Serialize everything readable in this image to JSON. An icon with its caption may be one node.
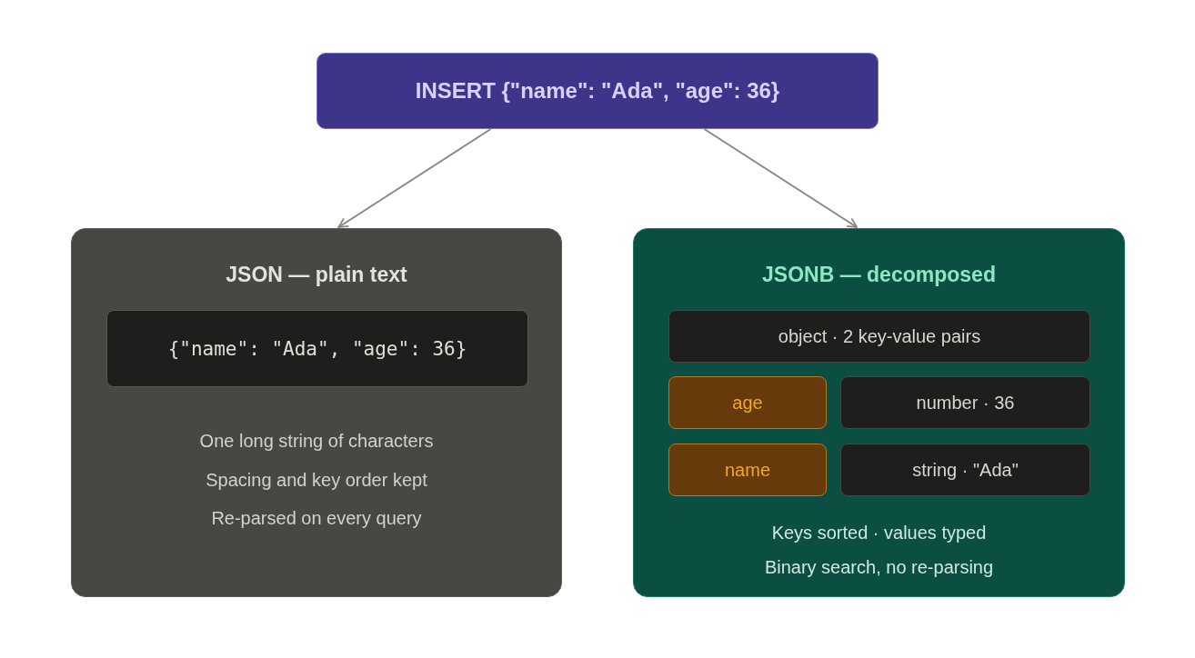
{
  "diagram": {
    "nodes": [
      {
        "text": [
          "INSERT {\"name\": \"Ada\", \"age\": 36}"
        ]
      },
      {
        "text": [
          "JSON — plain text",
          "One long string of characters",
          "Spacing and key order kept",
          "Re-parsed on every query"
        ]
      },
      {
        "text": [
          "{\"name\": \"Ada\", \"age\": 36}"
        ],
        "in": 1
      },
      {
        "text": [
          "JSONB — decomposed",
          "Keys sorted · values typed",
          "Binary search, no re-parsing"
        ]
      },
      {
        "text": [
          "object · 2 key-value pairs"
        ],
        "in": 3
      },
      {
        "text": [
          "age"
        ],
        "in": 3
      },
      {
        "text": [
          "number · 36"
        ],
        "in": 3
      },
      {
        "text": [
          "name"
        ],
        "in": 3
      },
      {
        "text": [
          "string · \"Ada\""
        ],
        "in": 3
      }
    ],
    "edges": [
      {
        "from": 0,
        "to": 1,
        "arrow": "to"
      },
      {
        "from": 0,
        "to": 3,
        "arrow": "to"
      }
    ]
  }
}
